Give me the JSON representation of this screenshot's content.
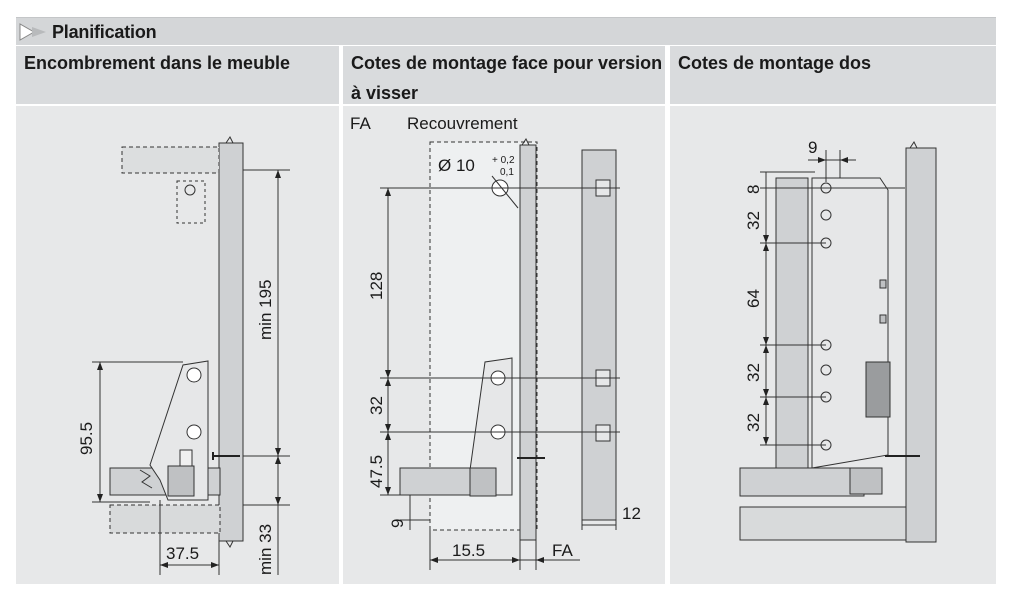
{
  "header": {
    "title": "Planification"
  },
  "columns": [
    {
      "heading": "Encombrement dans le meuble"
    },
    {
      "heading": "Cotes de montage face pour version à visser"
    },
    {
      "heading": "Cotes de montage dos"
    }
  ],
  "panel1": {
    "dim_min195": "min 195",
    "dim_95_5": "95.5",
    "dim_37_5": "37.5",
    "dim_min33": "min 33"
  },
  "panel2": {
    "label_fa": "FA",
    "label_recouvrement": "Recouvrement",
    "hole_dia": "Ø 10",
    "tol_plus": "+ 0,2",
    "tol_minus": "0,1",
    "dim_128": "128",
    "dim_32": "32",
    "dim_47_5": "47.5",
    "dim_9": "9",
    "dim_15_5": "15.5",
    "dim_fa": "FA",
    "dim_12": "12"
  },
  "panel3": {
    "dim_9": "9",
    "dim_8": "8",
    "dim_32a": "32",
    "dim_64": "64",
    "dim_32b": "32",
    "dim_32c": "32"
  }
}
